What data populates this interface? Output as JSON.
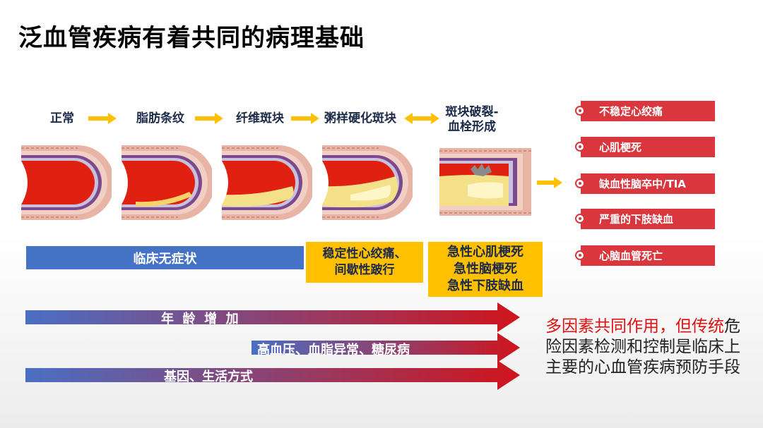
{
  "title": "泛血管疾病有着共同的病理基础",
  "stages": [
    {
      "label": "正常"
    },
    {
      "label": "脂肪条纹"
    },
    {
      "label": "纤维斑块"
    },
    {
      "label": "粥样硬化斑块"
    },
    {
      "label_line1": "斑块破裂-",
      "label_line2": "血栓形成"
    }
  ],
  "clinical": {
    "asymptomatic": "临床无症状",
    "stable_line1": "稳定性心绞痛、",
    "stable_line2": "间歇性跛行",
    "acute_line1": "急性心肌梗死",
    "acute_line2": "急性脑梗死",
    "acute_line3": "急性下肢缺血"
  },
  "outcomes": [
    "不稳定心绞痛",
    "心肌梗死",
    "缺血性脑卒中/TIA",
    "严重的下肢缺血",
    "心脑血管死亡"
  ],
  "risk_arrows": [
    {
      "label": "年  龄  增  加"
    },
    {
      "label": "高血压、血脂异常、糖尿病"
    },
    {
      "label": "基因、生活方式"
    }
  ],
  "note": {
    "highlight": "多因素共同作用，但传统",
    "rest": "危险因素检测和控制是临床上主要的心血管疾病预防手段"
  },
  "colors": {
    "accent_red": "#d9363e",
    "accent_blue": "#4472c4",
    "accent_yellow": "#ffc000",
    "arrow_orange": "#ffc000"
  }
}
